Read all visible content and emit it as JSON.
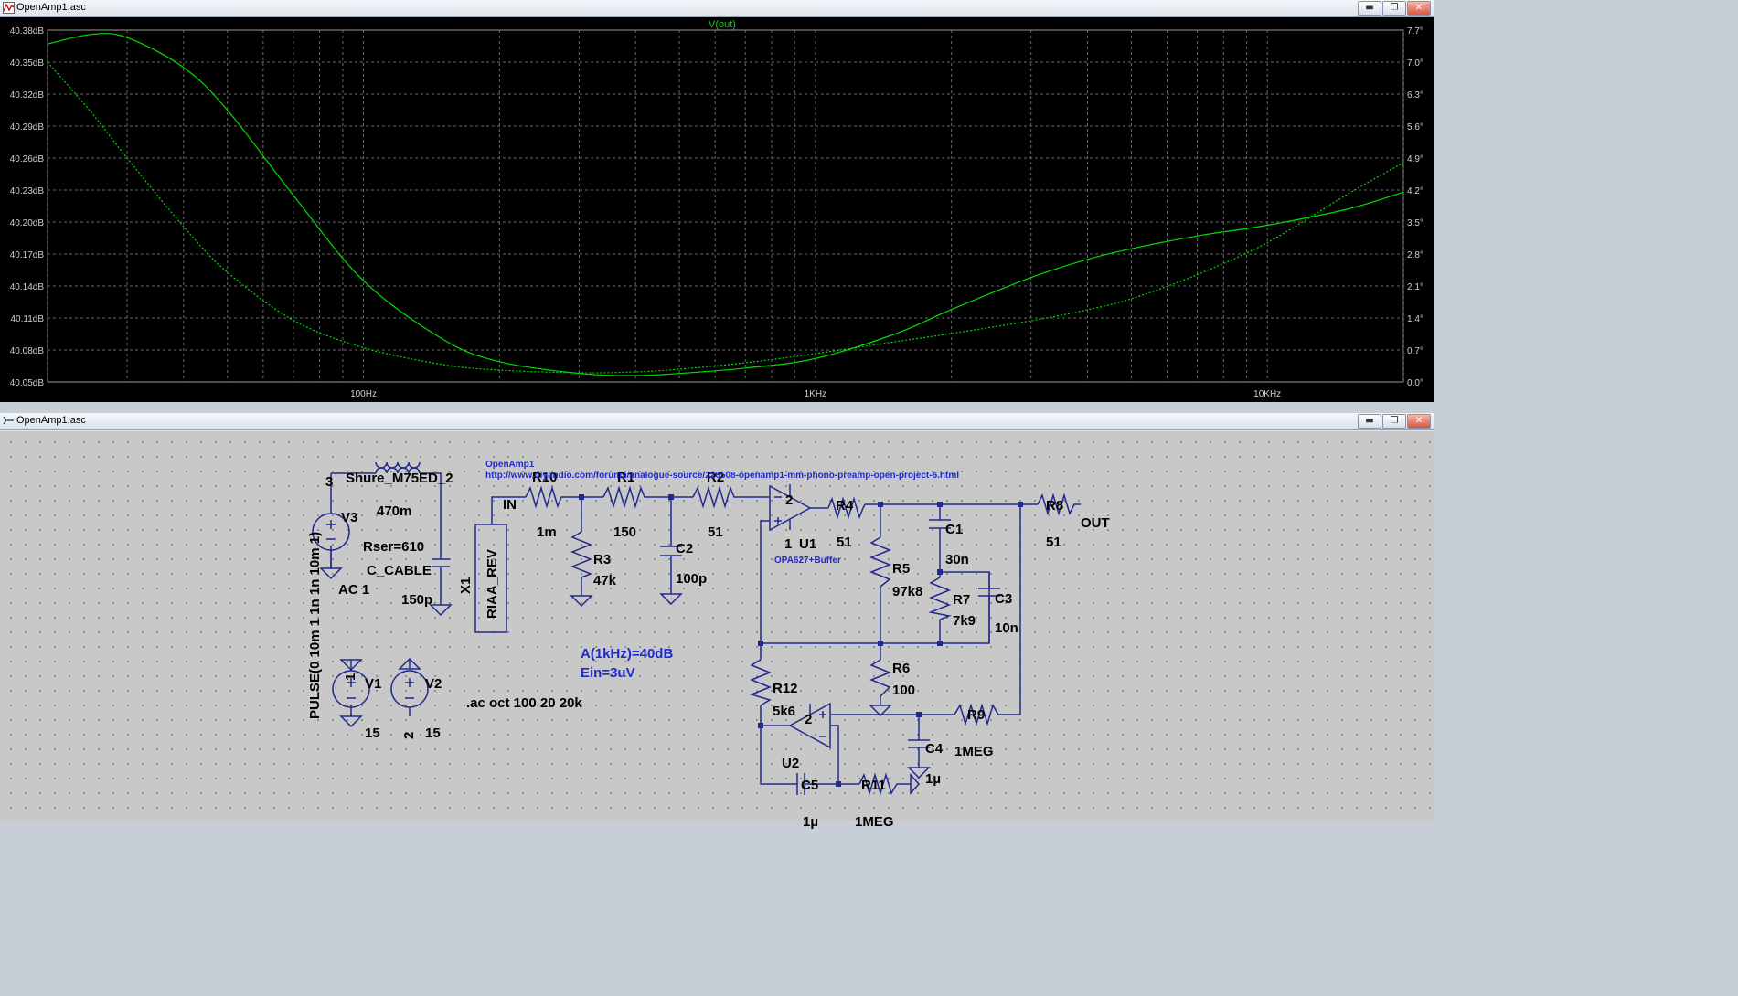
{
  "plot_window": {
    "title": "OpenAmp1.asc",
    "trace_name": "V(out)"
  },
  "schematic_window": {
    "title": "OpenAmp1.asc",
    "comment_title": "OpenAmp1",
    "comment_url": "http://www.diyaudio.com/forums/analogue-source/226508-openamp1-mm-phono-preamp-open-project-6.html",
    "labels": {
      "pulse": "PULSE(0 10m 1 1n 1n 10m 1)",
      "pulse_pin": "3",
      "v3": "V3",
      "ac1": "AC 1",
      "shure": "Shure_M75ED_2",
      "l_val": "470m",
      "rser": "Rser=610",
      "c_cable": "C_CABLE",
      "c_cable_val": "150p",
      "x1": "X1",
      "riaa": "RIAA_REV",
      "in": "IN",
      "r10": "R10",
      "r10v": "1m",
      "r1": "R1",
      "r1v": "150",
      "r2": "R2",
      "r2v": "51",
      "r3": "R3",
      "r3v": "47k",
      "c2": "C2",
      "c2v": "100p",
      "r4": "R4",
      "r4v": "51",
      "u1": "U1",
      "u1_model": "OPA627+Buffer",
      "u1_pin2": "2",
      "u1_pin1": "1",
      "c1": "C1",
      "c1v": "30n",
      "r5": "R5",
      "r5v": "97k8",
      "r7": "R7",
      "r7v": "7k9",
      "c3": "C3",
      "c3v": "10n",
      "r6": "R6",
      "r6v": "100",
      "r8": "R8",
      "r8v": "51",
      "out": "OUT",
      "r12": "R12",
      "r12v": "5k6",
      "u2": "U2",
      "u2_pin2": "2",
      "r9": "R9",
      "r9v": "1MEG",
      "c4": "C4",
      "c4v": "1µ",
      "c5": "C5",
      "c5v": "1µ",
      "r11": "R11",
      "r11v": "1MEG",
      "v1": "V1",
      "v1v": "15",
      "v1pin": "1",
      "v2": "V2",
      "v2v": "15",
      "v2pin": "2",
      "gain": "A(1kHz)=40dB",
      "ein": "Ein=3uV",
      "ac_cmd": ".ac oct 100 20 20k"
    }
  },
  "chart_data": {
    "type": "line",
    "title": "V(out)",
    "x_scale": "log",
    "xlim": [
      20,
      20000
    ],
    "x_ticks": [
      {
        "value": 100,
        "label": "100Hz"
      },
      {
        "value": 1000,
        "label": "1KHz"
      },
      {
        "value": 10000,
        "label": "10KHz"
      }
    ],
    "ylim_left": [
      40.05,
      40.38
    ],
    "y_ticks_left": [
      "40.38dB",
      "40.35dB",
      "40.32dB",
      "40.29dB",
      "40.26dB",
      "40.23dB",
      "40.20dB",
      "40.17dB",
      "40.14dB",
      "40.11dB",
      "40.08dB",
      "40.05dB"
    ],
    "ylim_right": [
      0.0,
      7.7
    ],
    "y_ticks_right": [
      "7.7°",
      "7.0°",
      "6.3°",
      "5.6°",
      "4.9°",
      "4.2°",
      "3.5°",
      "2.8°",
      "2.1°",
      "1.4°",
      "0.7°",
      "0.0°"
    ],
    "grid": true,
    "trace_color": "#00dd00",
    "series": [
      {
        "name": "V(out)",
        "axis": "magnitude",
        "style": "solid",
        "x": [
          20,
          25,
          30,
          40,
          50,
          70,
          100,
          150,
          200,
          300,
          400,
          500,
          700,
          1000,
          1500,
          2000,
          3000,
          4000,
          5000,
          7000,
          10000,
          15000,
          20000
        ],
        "y": [
          40.367,
          40.376,
          40.373,
          40.345,
          40.305,
          40.225,
          40.145,
          40.09,
          40.069,
          40.058,
          40.056,
          40.058,
          40.063,
          40.072,
          40.095,
          40.118,
          40.148,
          40.165,
          40.175,
          40.187,
          40.197,
          40.212,
          40.228
        ]
      },
      {
        "name": "V(out)",
        "axis": "phase",
        "style": "dashed",
        "x": [
          20,
          25,
          30,
          40,
          50,
          70,
          100,
          150,
          200,
          300,
          400,
          500,
          700,
          1000,
          1500,
          2000,
          3000,
          4000,
          5000,
          7000,
          10000,
          15000,
          20000
        ],
        "y": [
          7.0,
          5.9,
          4.9,
          3.4,
          2.4,
          1.35,
          0.75,
          0.38,
          0.26,
          0.2,
          0.22,
          0.28,
          0.42,
          0.62,
          0.88,
          1.06,
          1.34,
          1.58,
          1.82,
          2.35,
          3.05,
          4.1,
          4.8
        ]
      }
    ]
  }
}
